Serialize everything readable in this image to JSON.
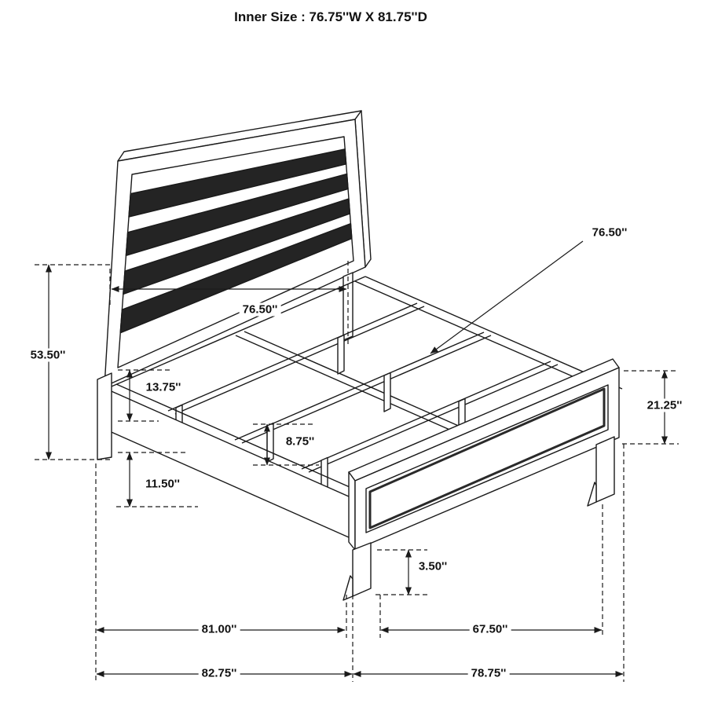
{
  "title": "Inner Size : 76.75''W X 81.75''D",
  "dims": {
    "headboard_height": "53.50''",
    "rail_top_height": "13.75''",
    "under_rail_clearance": "11.50''",
    "center_support_leg_height": "8.75''",
    "slat_rail_length": "76.50''",
    "headboard_width": "76.50''",
    "footboard_height": "21.25''",
    "footboard_leg_height": "3.50''",
    "side_rail_inner_length": "81.00''",
    "footboard_inner_width": "67.50''",
    "overall_depth": "82.75''",
    "overall_width": "78.75''"
  },
  "colors": {
    "line": "#1a1a1a",
    "slat_fill": "#242424",
    "background": "#ffffff"
  }
}
